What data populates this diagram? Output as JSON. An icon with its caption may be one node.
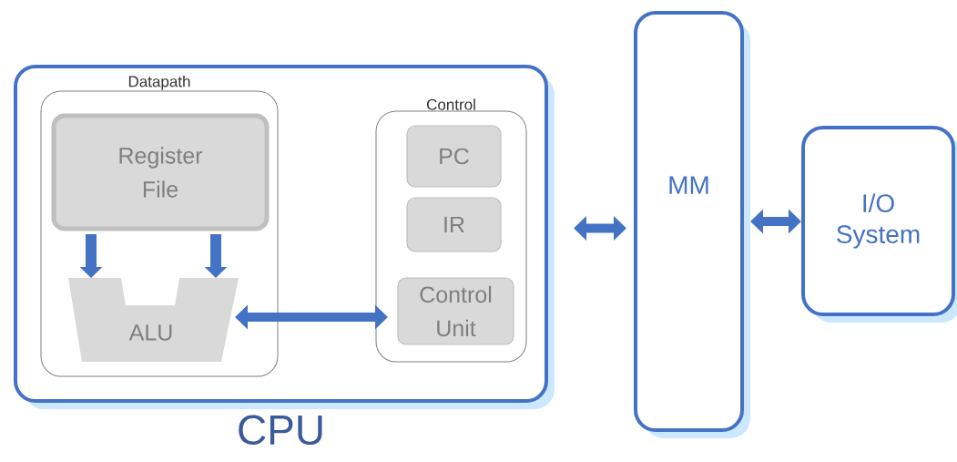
{
  "diagram": {
    "nodes": [
      {
        "text": [
          "CPU"
        ]
      },
      {
        "text": [
          "Datapath"
        ],
        "in": 0
      },
      {
        "text": [
          "Register File"
        ],
        "in": 1
      },
      {
        "text": [
          "ALU"
        ],
        "in": 1
      },
      {
        "text": [
          "Control"
        ],
        "in": 0
      },
      {
        "text": [
          "PC"
        ],
        "in": 4
      },
      {
        "text": [
          "IR"
        ],
        "in": 4
      },
      {
        "text": [
          "Control Unit"
        ],
        "in": 4
      },
      {
        "text": [
          "MM"
        ]
      },
      {
        "text": [
          "I/O System"
        ]
      }
    ],
    "edges": [
      {
        "from": 2,
        "to": 3,
        "arrow": "to"
      },
      {
        "from": 2,
        "to": 3,
        "arrow": "to"
      },
      {
        "from": 3,
        "to": 7,
        "arrow": "both"
      },
      {
        "from": 0,
        "to": 8,
        "arrow": "both"
      },
      {
        "from": 8,
        "to": 9,
        "arrow": "both"
      }
    ]
  }
}
